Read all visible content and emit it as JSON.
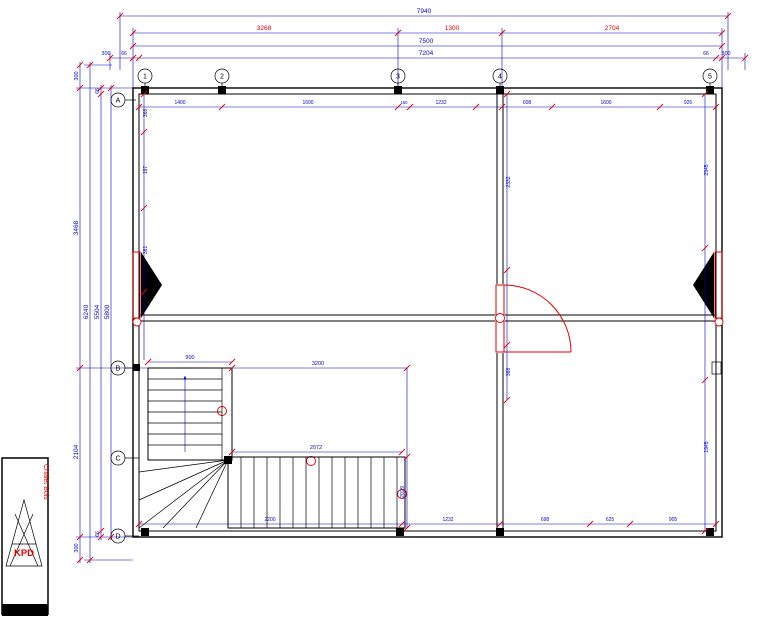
{
  "colors": {
    "dim": "#0000cd",
    "accent": "#e60000",
    "wall": "#000000",
    "bg": "#ffffff"
  },
  "dims": {
    "top": {
      "overall": "7940",
      "seg1": "3268",
      "seg2": "1300",
      "seg3": "2704",
      "outer": "7500",
      "inner": "7204",
      "left_eave": "300",
      "left_wall": "66",
      "right_wall": "66",
      "right_eave": "300"
    },
    "left": {
      "overall": "6240",
      "upper": "3468",
      "lower": "2104",
      "inner1": "5504",
      "inner2": "5800",
      "top_eave": "300",
      "bottom_eave": "300",
      "wall_top": "66",
      "wall_bottom": "66"
    },
    "interior_top": [
      "1400",
      "1600",
      "160",
      "1232",
      "608",
      "1600",
      "926"
    ],
    "interior_bottom": [
      "2200",
      "1232",
      "698",
      "625",
      "905"
    ],
    "interior_left": [
      "368",
      "197",
      "381"
    ],
    "interior_center": [
      "2332",
      "368"
    ],
    "interior_right": [
      "2945",
      "1945"
    ],
    "stairs": {
      "width": "900",
      "run": "3200",
      "mid": "2072",
      "rise": "2029"
    }
  },
  "grid": {
    "cols": [
      "1",
      "2",
      "3",
      "4",
      "5"
    ],
    "rows": [
      "A",
      "B",
      "C",
      "D"
    ]
  },
  "logo": {
    "brand": "KPD",
    "tagline": "Chalet Bois"
  }
}
